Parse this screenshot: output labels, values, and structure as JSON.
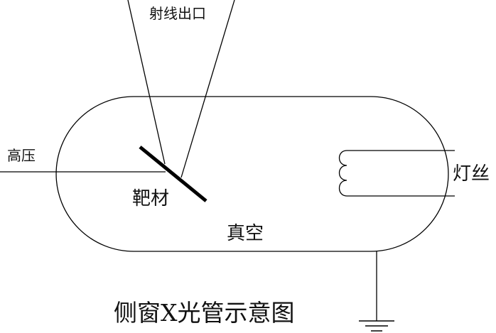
{
  "labels": {
    "ray_exit": "射线出口",
    "high_voltage": "高压",
    "target": "靶材",
    "filament": "灯丝",
    "vacuum": "真空",
    "caption": "侧窗X光管示意图"
  }
}
